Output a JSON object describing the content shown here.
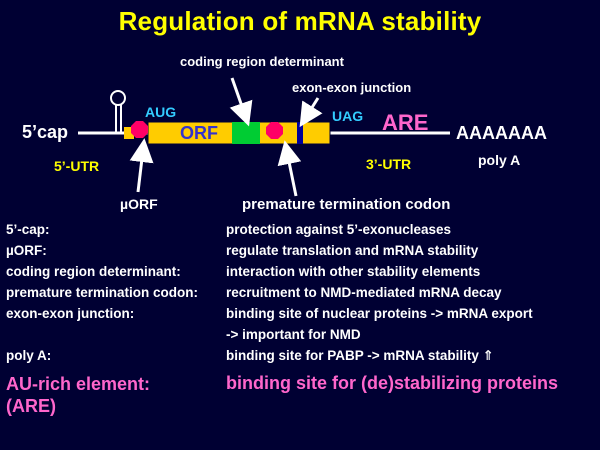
{
  "title": "Regulation of mRNA stability",
  "diagram": {
    "cap": "5’cap",
    "utr5": "5’-UTR",
    "utr3": "3’-UTR",
    "aug": "AUG",
    "uag": "UAG",
    "orf": "ORF",
    "are": "ARE",
    "polya_seq": "AAAAAAA",
    "polya": "poly A",
    "uorf": "µORF",
    "coding_region": "coding region determinant",
    "exon_junction": "exon-exon junction",
    "ptc": "premature termination codon",
    "colors": {
      "background": "#000033",
      "title": "#ffff00",
      "orf_box": "#ffcc00",
      "coding_region_box": "#00cc33",
      "stop_marker": "#ff0066",
      "junction_bar": "#000099",
      "are_label": "#ff66cc",
      "codon_labels": "#33ccff"
    }
  },
  "definitions": [
    {
      "term": "5’-cap:",
      "desc": "protection against 5’-exonucleases"
    },
    {
      "term": "µORF:",
      "desc": "regulate translation and mRNA stability"
    },
    {
      "term": "coding region determinant:",
      "desc": "interaction with other stability elements"
    },
    {
      "term": "premature termination codon:",
      "desc": "recruitment to NMD-mediated mRNA decay"
    },
    {
      "term": "exon-exon junction:",
      "desc": "binding site of nuclear proteins -> mRNA export"
    },
    {
      "term": "",
      "desc": "-> important for NMD"
    },
    {
      "term": "poly A:",
      "desc": "binding site for PABP -> mRNA stability ⇑"
    }
  ],
  "are_definition": {
    "term": "AU-rich element:\n(ARE)",
    "desc": "binding site for (de)stabilizing proteins"
  }
}
